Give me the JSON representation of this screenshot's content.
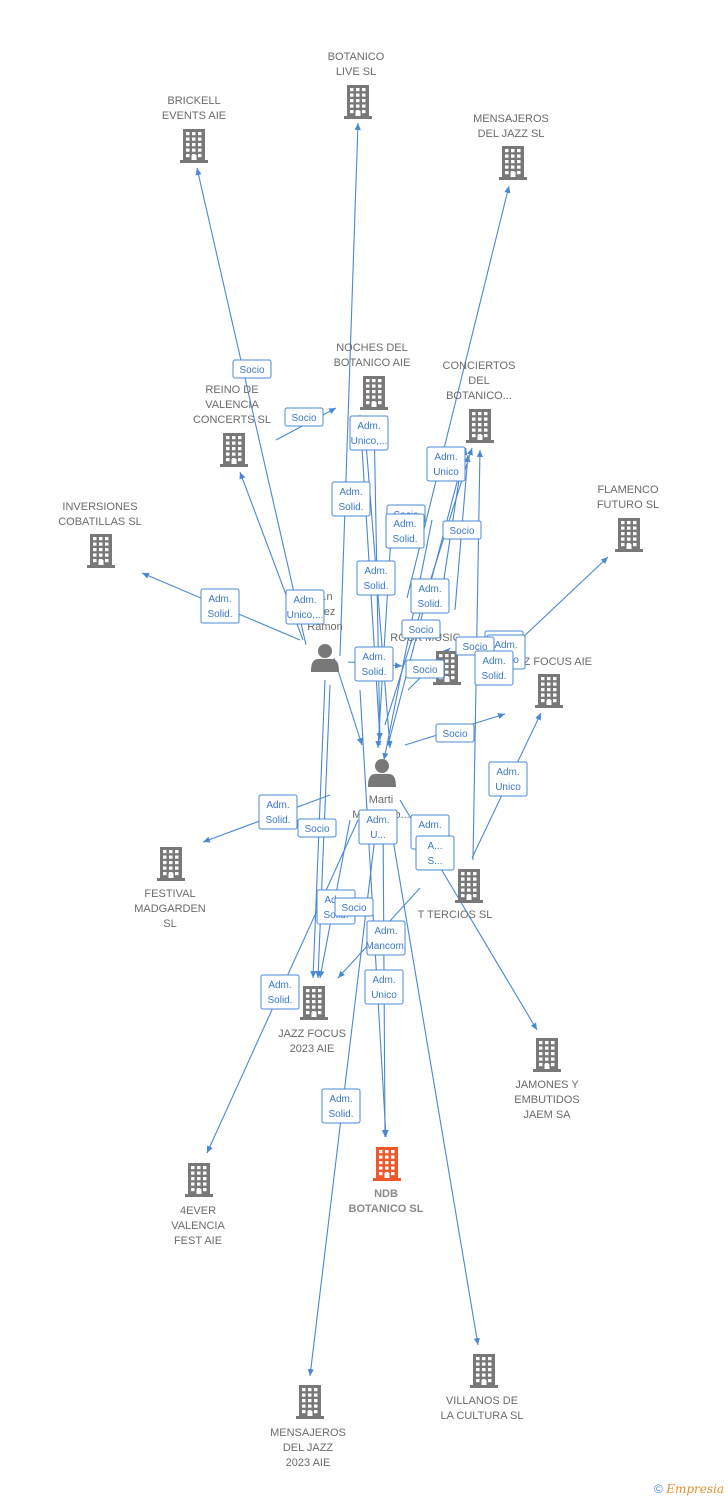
{
  "colors": {
    "edge": "#4a88d4",
    "node": "#787878",
    "focus": "#f0582b",
    "label": "#6b6b6b"
  },
  "nodes": [
    {
      "id": "brickell",
      "type": "company",
      "lines": [
        "BRICKELL",
        "EVENTS AIE"
      ],
      "icon": "building-icon"
    },
    {
      "id": "botanico_live",
      "type": "company",
      "lines": [
        "BOTANICO",
        "LIVE  SL"
      ],
      "icon": "building-icon"
    },
    {
      "id": "mensajeros_sl",
      "type": "company",
      "lines": [
        "MENSAJEROS",
        "DEL JAZZ SL"
      ],
      "icon": "building-icon"
    },
    {
      "id": "noches",
      "type": "company",
      "lines": [
        "NOCHES DEL",
        "BOTANICO AIE"
      ],
      "icon": "building-icon"
    },
    {
      "id": "conciertos",
      "type": "company",
      "lines": [
        "CONCIERTOS",
        "DEL",
        "BOTANICO..."
      ],
      "icon": "building-icon"
    },
    {
      "id": "reino",
      "type": "company",
      "lines": [
        "REINO DE",
        "VALENCIA",
        "CONCERTS  SL"
      ],
      "icon": "building-icon"
    },
    {
      "id": "inversiones",
      "type": "company",
      "lines": [
        "INVERSIONES",
        "COBATILLAS  SL"
      ],
      "icon": "building-icon"
    },
    {
      "id": "flamenco",
      "type": "company",
      "lines": [
        "FLAMENCO",
        "FUTURO SL"
      ],
      "icon": "building-icon"
    },
    {
      "id": "person_ramon",
      "type": "person",
      "lines": [
        "...n",
        "...ez",
        "Ramon"
      ],
      "icon": "person-icon"
    },
    {
      "id": "rock_music",
      "type": "company",
      "lines": [
        "ROCK MUSIC..."
      ],
      "icon": "building-icon"
    },
    {
      "id": "jazz_focus_aie",
      "type": "company",
      "lines": [
        "JAZZ FOCUS AIE"
      ],
      "icon": "building-icon"
    },
    {
      "id": "person_marti",
      "type": "person",
      "lines": [
        "Marti",
        "Moscardo..."
      ],
      "icon": "person-icon"
    },
    {
      "id": "festival",
      "type": "company",
      "lines": [
        "FESTIVAL",
        "MADGARDEN",
        "SL"
      ],
      "icon": "building-icon"
    },
    {
      "id": "tercios",
      "type": "company",
      "lines": [
        "T TERCIOS SL"
      ],
      "icon": "building-icon"
    },
    {
      "id": "jazz_focus_2023",
      "type": "company",
      "lines": [
        "JAZZ FOCUS",
        "2023 AIE"
      ],
      "icon": "building-icon"
    },
    {
      "id": "jamones",
      "type": "company",
      "lines": [
        "JAMONES Y",
        "EMBUTIDOS",
        "JAEM SA"
      ],
      "icon": "building-icon"
    },
    {
      "id": "fourever",
      "type": "company",
      "lines": [
        "4EVER",
        "VALENCIA",
        "FEST  AIE"
      ],
      "icon": "building-icon"
    },
    {
      "id": "ndb",
      "type": "focus",
      "lines": [
        "NDB",
        "BOTANICO  SL"
      ],
      "icon": "building-icon"
    },
    {
      "id": "villanos",
      "type": "company",
      "lines": [
        "VILLANOS DE",
        "LA CULTURA  SL"
      ],
      "icon": "building-icon"
    },
    {
      "id": "mensajeros_2023",
      "type": "company",
      "lines": [
        "MENSAJEROS",
        "DEL JAZZ",
        "2023  AIE"
      ],
      "icon": "building-icon"
    }
  ],
  "edge_labels": [
    {
      "lines": [
        "Socio"
      ]
    },
    {
      "lines": [
        "Socio"
      ]
    },
    {
      "lines": [
        "Adm.",
        "Unico,..."
      ]
    },
    {
      "lines": [
        "Adm.",
        "Unico"
      ]
    },
    {
      "lines": [
        "Adm.",
        "Solid."
      ]
    },
    {
      "lines": [
        "Socio"
      ]
    },
    {
      "lines": [
        "Adm.",
        "Solid."
      ]
    },
    {
      "lines": [
        "Socio"
      ]
    },
    {
      "lines": [
        "Adm.",
        "Solid."
      ]
    },
    {
      "lines": [
        "Adm.",
        "Solid."
      ]
    },
    {
      "lines": [
        "Adm.",
        "Unico,..."
      ]
    },
    {
      "lines": [
        "Adm.",
        "Solid."
      ]
    },
    {
      "lines": [
        "Socio"
      ]
    },
    {
      "lines": [
        "Adm.",
        "Solid."
      ]
    },
    {
      "lines": [
        "Adm.",
        "Solid."
      ]
    },
    {
      "lines": [
        "Socio"
      ]
    },
    {
      "lines": [
        "Adm.",
        "Unico"
      ]
    },
    {
      "lines": [
        "Socio"
      ]
    },
    {
      "lines": [
        "Adm.",
        "Solid."
      ]
    },
    {
      "lines": [
        "Socio"
      ]
    },
    {
      "lines": [
        "Adm.",
        "Unico"
      ]
    },
    {
      "lines": [
        "Adm.",
        "Solid."
      ]
    },
    {
      "lines": [
        "Socio"
      ]
    },
    {
      "lines": [
        "Adm.",
        "U..."
      ]
    },
    {
      "lines": [
        "Adm.",
        "Unico"
      ]
    },
    {
      "lines": [
        "A...",
        "S..."
      ]
    },
    {
      "lines": [
        "Adm.",
        "Solid."
      ]
    },
    {
      "lines": [
        "Socio"
      ]
    },
    {
      "lines": [
        "Adm.",
        "Mancom."
      ]
    },
    {
      "lines": [
        "Adm.",
        "Solid."
      ]
    },
    {
      "lines": [
        "Adm.",
        "Unico"
      ]
    },
    {
      "lines": [
        "Adm.",
        "Solid."
      ]
    }
  ],
  "footer": {
    "copyright": "©",
    "brand": "Empresia"
  }
}
